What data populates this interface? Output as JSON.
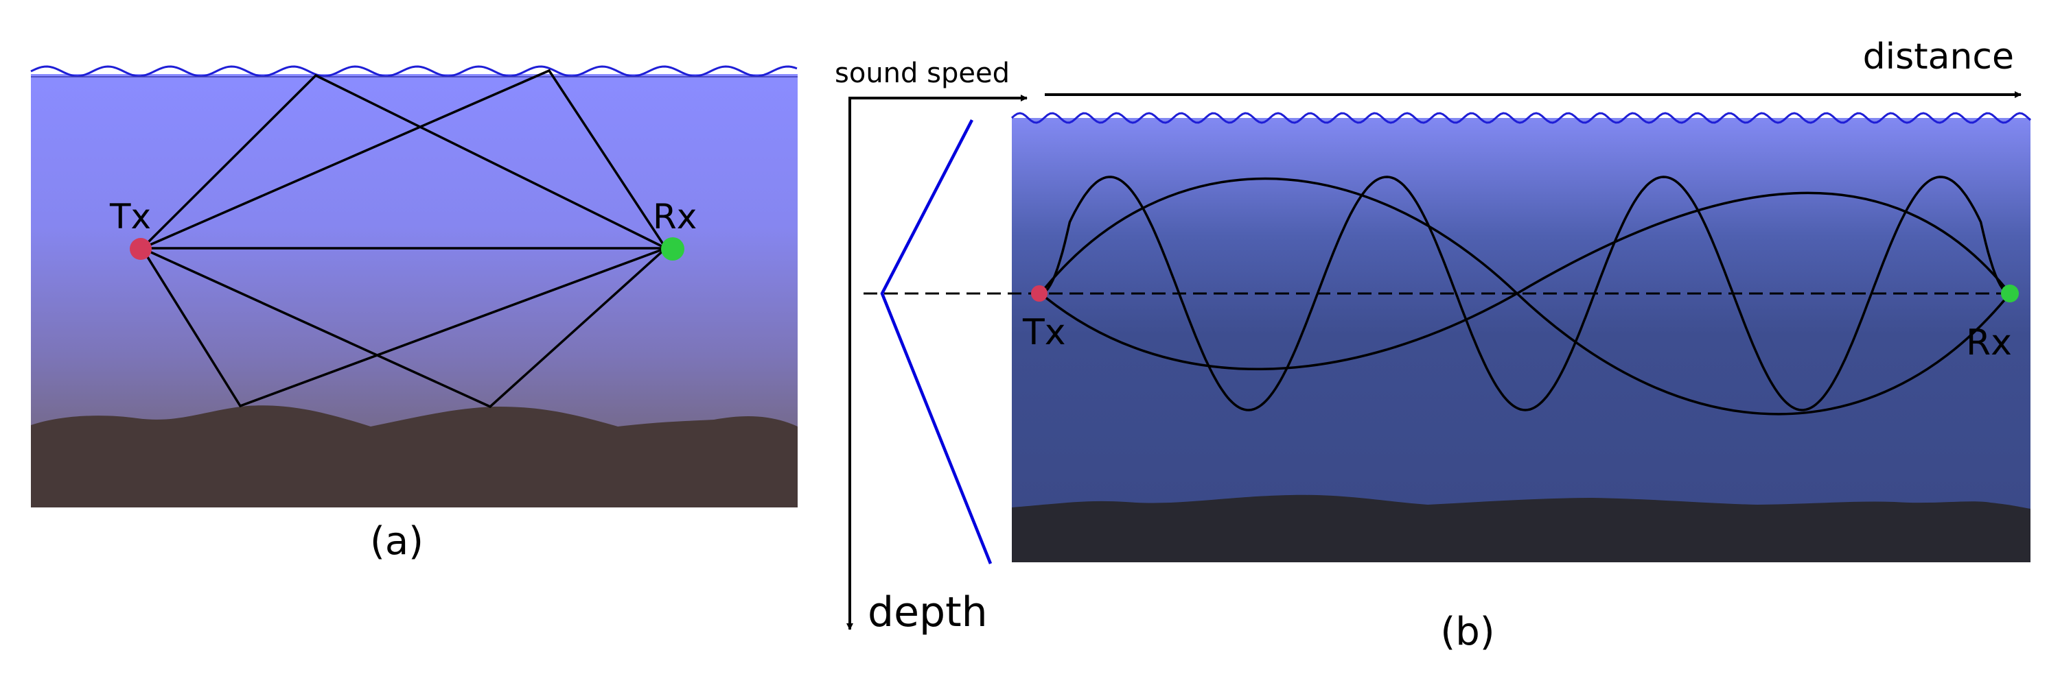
{
  "panel_a": {
    "caption": "(a)",
    "tx_label": "Tx",
    "rx_label": "Rx",
    "colors": {
      "water_top": "#8a8cff",
      "water_mid": "#7f7ac0",
      "water_bottom": "#6f6060",
      "seabed": "#473938",
      "surface_wave": "#1f1fd6",
      "tx": "#d43a5a",
      "rx": "#2ecc40",
      "ray": "#000000"
    }
  },
  "panel_b": {
    "caption": "(b)",
    "tx_label": "Tx",
    "rx_label": "Rx",
    "sound_speed_label": "sound speed",
    "depth_label": "depth",
    "distance_label": "distance",
    "colors": {
      "water_top": "#8087f0",
      "water_mid": "#4a5aa8",
      "water_bottom": "#3b4a8a",
      "seabed": "#282830",
      "surface_wave": "#1f1fd6",
      "profile_line": "#0000dd",
      "tx": "#d43a5a",
      "rx": "#2ecc40",
      "ray": "#000000"
    }
  }
}
